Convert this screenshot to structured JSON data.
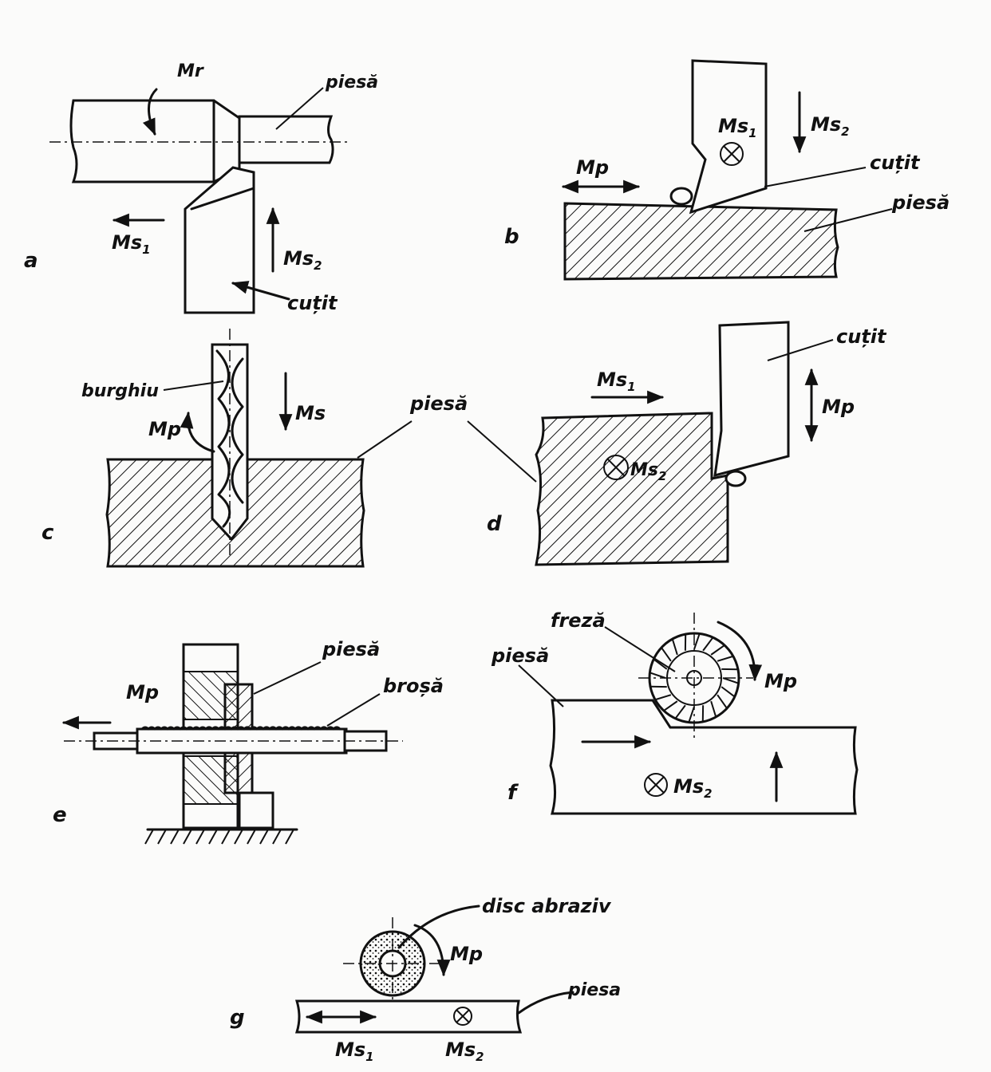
{
  "panels": {
    "a": {
      "letter": "a",
      "mp": "Mr",
      "piesa": "piesă",
      "ms1": "Ms",
      "ms1_sub": "1",
      "ms2": "Ms",
      "ms2_sub": "2",
      "cutit": "cuțit"
    },
    "b": {
      "letter": "b",
      "ms1": "Ms",
      "ms1_sub": "1",
      "ms2": "Ms",
      "ms2_sub": "2",
      "mp": "Mp",
      "cutit": "cuțit",
      "piesa": "piesă"
    },
    "c": {
      "letter": "c",
      "burghiu": "burghiu",
      "ms": "Ms",
      "mp": "Mp",
      "piesa": "piesă"
    },
    "d": {
      "letter": "d",
      "cutit": "cuțit",
      "ms1": "Ms",
      "ms1_sub": "1",
      "mp": "Mp",
      "ms2": "Ms",
      "ms2_sub": "2"
    },
    "e": {
      "letter": "e",
      "mp": "Mp",
      "piesa": "piesă",
      "brosa": "broșă"
    },
    "f": {
      "letter": "f",
      "freza": "freză",
      "piesa": "piesă",
      "mp": "Mp",
      "ms2": "Ms",
      "ms2_sub": "2"
    },
    "g": {
      "letter": "g",
      "disc": "disc abraziv",
      "mp": "Mp",
      "piesa": "piesa",
      "ms1": "Ms",
      "ms1_sub": "1",
      "ms2": "Ms",
      "ms2_sub": "2"
    }
  },
  "colors": {
    "ink": "#111111",
    "paper": "#fbfbfa"
  }
}
